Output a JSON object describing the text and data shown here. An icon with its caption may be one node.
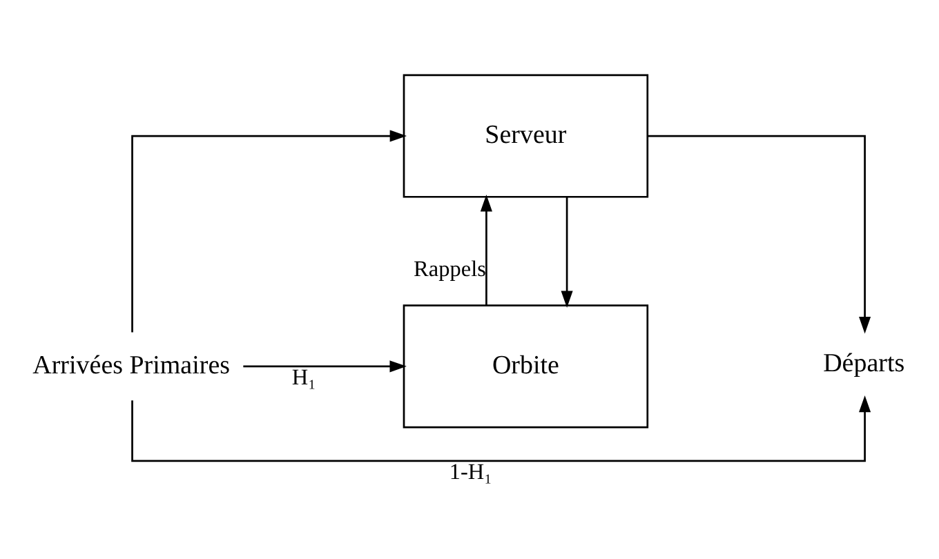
{
  "diagram": {
    "nodes": [
      {
        "text": [
          "Orbite"
        ]
      },
      {
        "text": [
          "Serveur"
        ]
      },
      {
        "text": [
          "Arrivées Primaires"
        ]
      },
      {
        "text": [
          "Départs"
        ]
      }
    ],
    "edges": [
      {
        "from": 2,
        "to": 0,
        "arrow": "to",
        "label": "H₁"
      },
      {
        "from": 2,
        "to": 1,
        "arrow": "to"
      },
      {
        "from": 2,
        "to": 3,
        "arrow": "to",
        "label": "1-H₁"
      },
      {
        "from": 1,
        "to": 0,
        "arrow": "to"
      },
      {
        "from": 0,
        "to": 1,
        "arrow": "to",
        "label": "Rappels"
      },
      {
        "from": 1,
        "to": 3,
        "arrow": "to"
      }
    ]
  }
}
